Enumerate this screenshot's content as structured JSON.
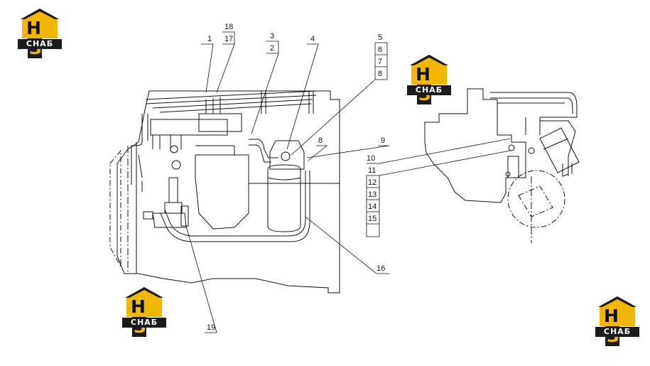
{
  "logo": {
    "line1": "Н",
    "line2": "З",
    "band": "СНАБ",
    "color_primary": "#f2b705",
    "color_dark": "#1b1b1b"
  },
  "callouts": [
    "1",
    "2",
    "3",
    "4",
    "5",
    "6",
    "7",
    "8",
    "8",
    "9",
    "10",
    "11",
    "12",
    "13",
    "14",
    "15",
    "16",
    "17",
    "18",
    "19"
  ]
}
